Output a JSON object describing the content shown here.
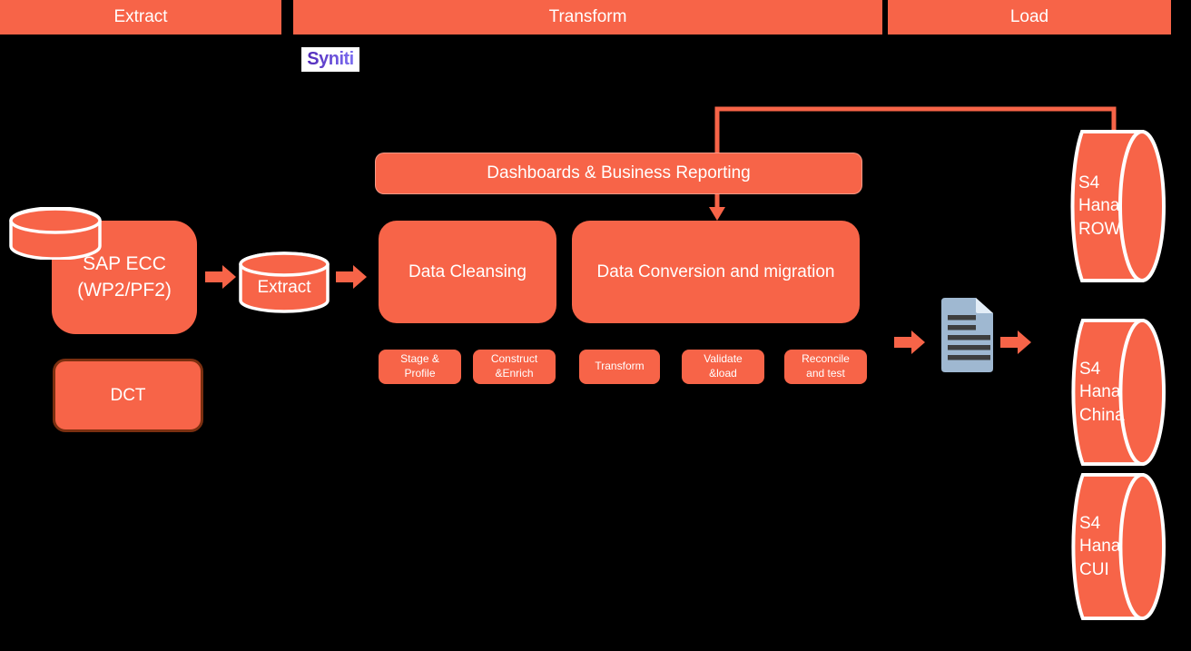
{
  "lanes": [
    {
      "label": "Extract"
    },
    {
      "label": "Transform"
    },
    {
      "label": "Load"
    }
  ],
  "logo": {
    "label": "Syniti"
  },
  "source_system": {
    "lines": [
      "SAP ECC",
      "(WP2/PF2)"
    ]
  },
  "dct": {
    "label": "DCT"
  },
  "extract_store": {
    "label": "Extract"
  },
  "dashboards": {
    "label": "Dashboards & Business Reporting"
  },
  "data_cleansing": {
    "label": "Data Cleansing"
  },
  "data_conversion": {
    "label": "Data Conversion and migration"
  },
  "steps": [
    {
      "lines": [
        "Stage &",
        "Profile"
      ]
    },
    {
      "lines": [
        "Construct",
        "&Enrich"
      ]
    },
    {
      "lines": [
        "Transform",
        ""
      ]
    },
    {
      "lines": [
        "Validate",
        "&load"
      ]
    },
    {
      "lines": [
        "Reconcile",
        "and test"
      ]
    }
  ],
  "targets": [
    {
      "lines": [
        "S4 Hana",
        "ROW"
      ]
    },
    {
      "lines": [
        "S4 Hana",
        "China"
      ]
    },
    {
      "lines": [
        "S4 Hana",
        "CUI"
      ]
    }
  ],
  "colors": {
    "accent_orange": "#F76448",
    "dct_border": "#7B2F10",
    "document_fill": "#9FB8D1",
    "document_fold": "#E3EDF7",
    "document_lines": "#3E3E3E",
    "logo_purple_start": "#5128B8",
    "logo_purple_end": "#7C6FF2",
    "background": "#000000",
    "text_white": "#FFFFFF"
  }
}
